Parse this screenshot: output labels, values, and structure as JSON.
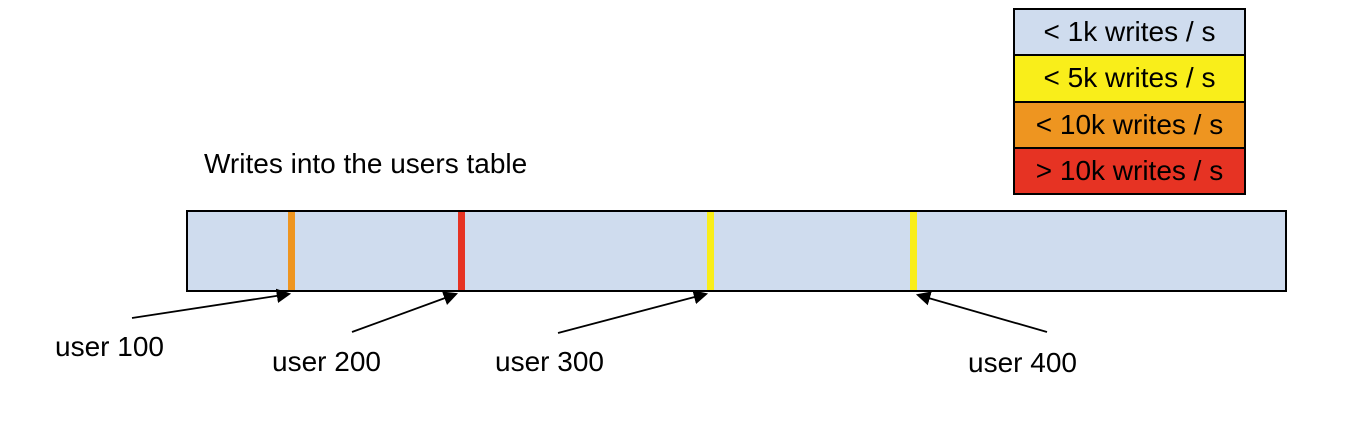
{
  "title": "Writes into the users table",
  "legend": {
    "items": [
      {
        "label": "< 1k writes / s",
        "color": "#cfdcee"
      },
      {
        "label": "< 5k writes / s",
        "color": "#f9ee1a"
      },
      {
        "label": "< 10k writes / s",
        "color": "#ee9520"
      },
      {
        "label": "> 10k writes / s",
        "color": "#e63323"
      }
    ]
  },
  "table_bar": {
    "fill_color": "#cfdcee",
    "border_color": "#000000",
    "stripes": [
      {
        "id": "user-100",
        "color": "#ee9520"
      },
      {
        "id": "user-200",
        "color": "#e63323"
      },
      {
        "id": "user-300",
        "color": "#f9ee1a"
      },
      {
        "id": "user-400",
        "color": "#f9ee1a"
      }
    ]
  },
  "user_labels": [
    {
      "text": "user 100"
    },
    {
      "text": "user 200"
    },
    {
      "text": "user 300"
    },
    {
      "text": "user 400"
    }
  ]
}
